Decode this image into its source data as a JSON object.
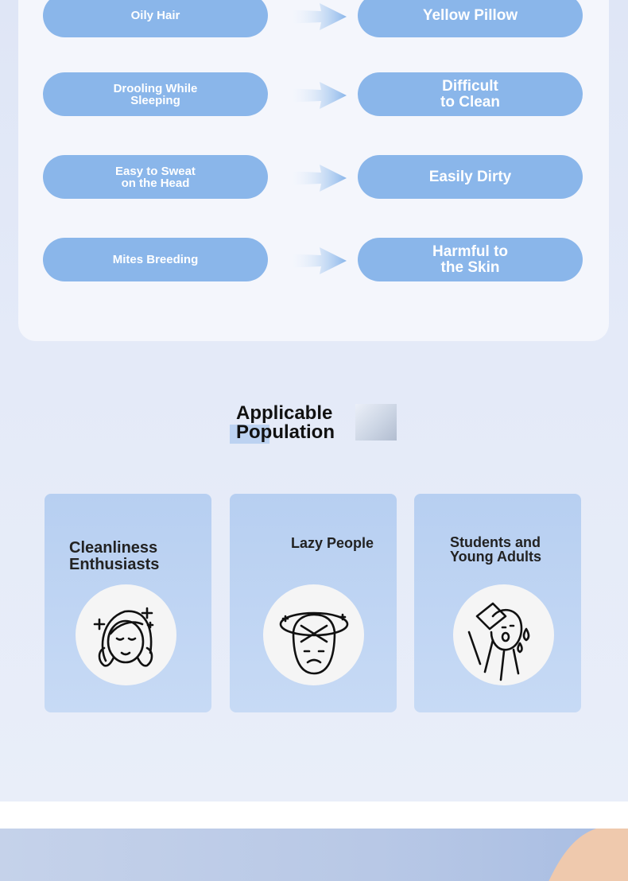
{
  "problems": [
    {
      "cause": "Oily Hair",
      "effect": "Yellow Pillow"
    },
    {
      "cause": "Drooling While\nSleeping",
      "effect": "Difficult\nto Clean"
    },
    {
      "cause": "Easy to Sweat\non the Head",
      "effect": "Easily Dirty"
    },
    {
      "cause": "Mites Breeding",
      "effect": "Harmful to\nthe Skin"
    }
  ],
  "applicable": {
    "heading": "Applicable\n Population",
    "groups": [
      {
        "title": "Cleanliness\n Enthusiasts",
        "icon": "clean-face-icon"
      },
      {
        "title": "Lazy People",
        "icon": "dizzy-face-icon"
      },
      {
        "title": "Students and\n Young Adults",
        "icon": "sweating-student-icon"
      }
    ]
  },
  "colors": {
    "pill": "#8ab6ea",
    "card": "#f4f6fc",
    "pop_card": "#b7cff1"
  }
}
